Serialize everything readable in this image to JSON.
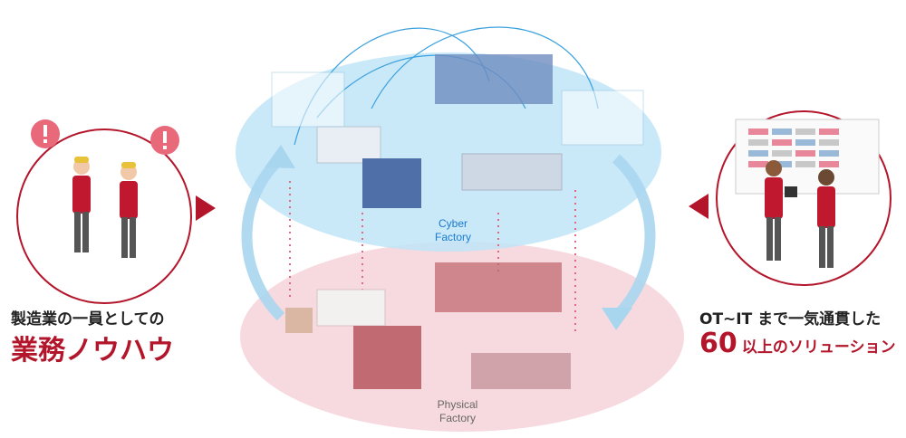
{
  "left": {
    "subtitle": "製造業の一員としての",
    "headline": "業務ノウハウ"
  },
  "right": {
    "subtitle": "OT~IT まで一気通貫した",
    "number": "60",
    "suffix": "以上のソリューション"
  },
  "center": {
    "cyber_line1": "Cyber",
    "cyber_line2": "Factory",
    "physical_line1": "Physical",
    "physical_line2": "Factory"
  },
  "colors": {
    "accent_red": "#b3162b",
    "cyber_blue": "#bfe4f7",
    "physical_pink": "#f6d3d9"
  },
  "icons": [
    "exclamation-icon",
    "exclamation-icon",
    "arrow-right-icon",
    "arrow-left-icon",
    "cycle-arrow-icon"
  ]
}
